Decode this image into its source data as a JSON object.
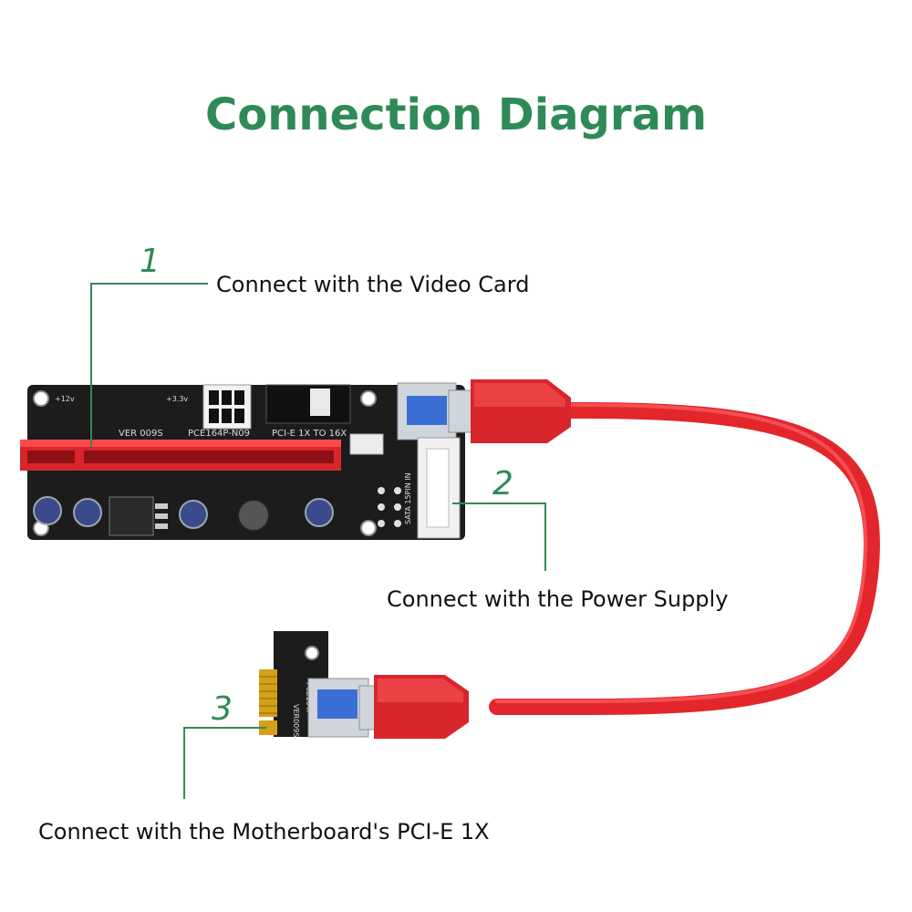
{
  "diagram": {
    "title": "Connection Diagram",
    "callouts": [
      {
        "number": "1",
        "label": "Connect with the Video Card"
      },
      {
        "number": "2",
        "label": "Connect with the Power Supply"
      },
      {
        "number": "3",
        "label": "Connect with the Motherboard's PCI-E 1X"
      }
    ],
    "board_text": {
      "model": "VER 009S",
      "part": "PCE164P-N09",
      "slot": "PCI-E 1X TO 16X",
      "v12": "+12v",
      "v33": "+3.3v",
      "sata": "SATA 15PIN IN",
      "small_model": "VER009S",
      "small_part": "PCE164P"
    },
    "colors": {
      "accent": "#2e8b57",
      "pcb": "#1c1c1c",
      "slot": "#d8262c",
      "cable": "#e3262c",
      "gold": "#d4a017"
    }
  }
}
